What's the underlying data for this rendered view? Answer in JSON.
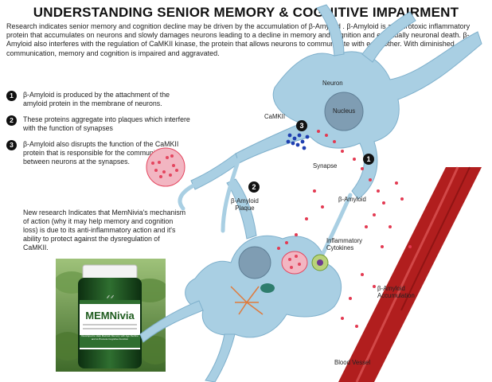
{
  "title": "UNDERSTANDING SENIOR MEMORY & COGNITIVE IMPAIRMENT",
  "intro": "Research indicates senior memory and cognition decline may be driven by the accumulation of β-Amyloid . β-Amyloid is a neurotoxic inflammatory protein that accumulates on neurons and slowly damages neurons leading to a decline in memory and cognition and eventually neuronal death.  β-Amyloid also interferes with the regulation of CaMKII kinase, the protein that allows neurons to communicate with each other. With diminished communication, memory and cognition is impaired and aggravated.",
  "steps": [
    {
      "num": "1",
      "text": "β-Amyloid is produced by the attachment of the amyloid protein in the membrane of neurons."
    },
    {
      "num": "2",
      "text": "These proteins aggregate into plaques which interfere with the function of synapses"
    },
    {
      "num": "3",
      "text": "β-Amyloid also disrupts the function of the CaMKII protein that is responsible for the communication between neurons at the synapses."
    }
  ],
  "paragraph": "New research Indicates that MemNivia's mechanism of action (why it may help memory and cognition loss) is due to its anti-inflammatory action and it's ability to protect against the dysregulation of CaMKII.",
  "product": {
    "brand": "MEMNivia",
    "tagline": "Developed to Help Maintain Memory with Age Decline and to Promote Cognitive Function"
  },
  "diagram": {
    "neuron": "Neuron",
    "nucleus": "Nucleus",
    "camkii": "CaMKII",
    "synapse": "Synapse",
    "amyloid_plaque": "β-Amyloid\nPlaque",
    "amyloid": "β-Amyloid",
    "cytokines": "Inflammatory\nCytokines",
    "accumulation": "β-Amyloid\nAccumulation",
    "blood_vessel": "Blood Vessel",
    "badges": [
      "1",
      "2",
      "3"
    ]
  },
  "colors": {
    "neuron": "#a9cfe3",
    "nucleus": "#7f9db3",
    "vessel": "#b11e1e",
    "plaque": "#e4455e",
    "camkii": "#1f3fb0"
  }
}
